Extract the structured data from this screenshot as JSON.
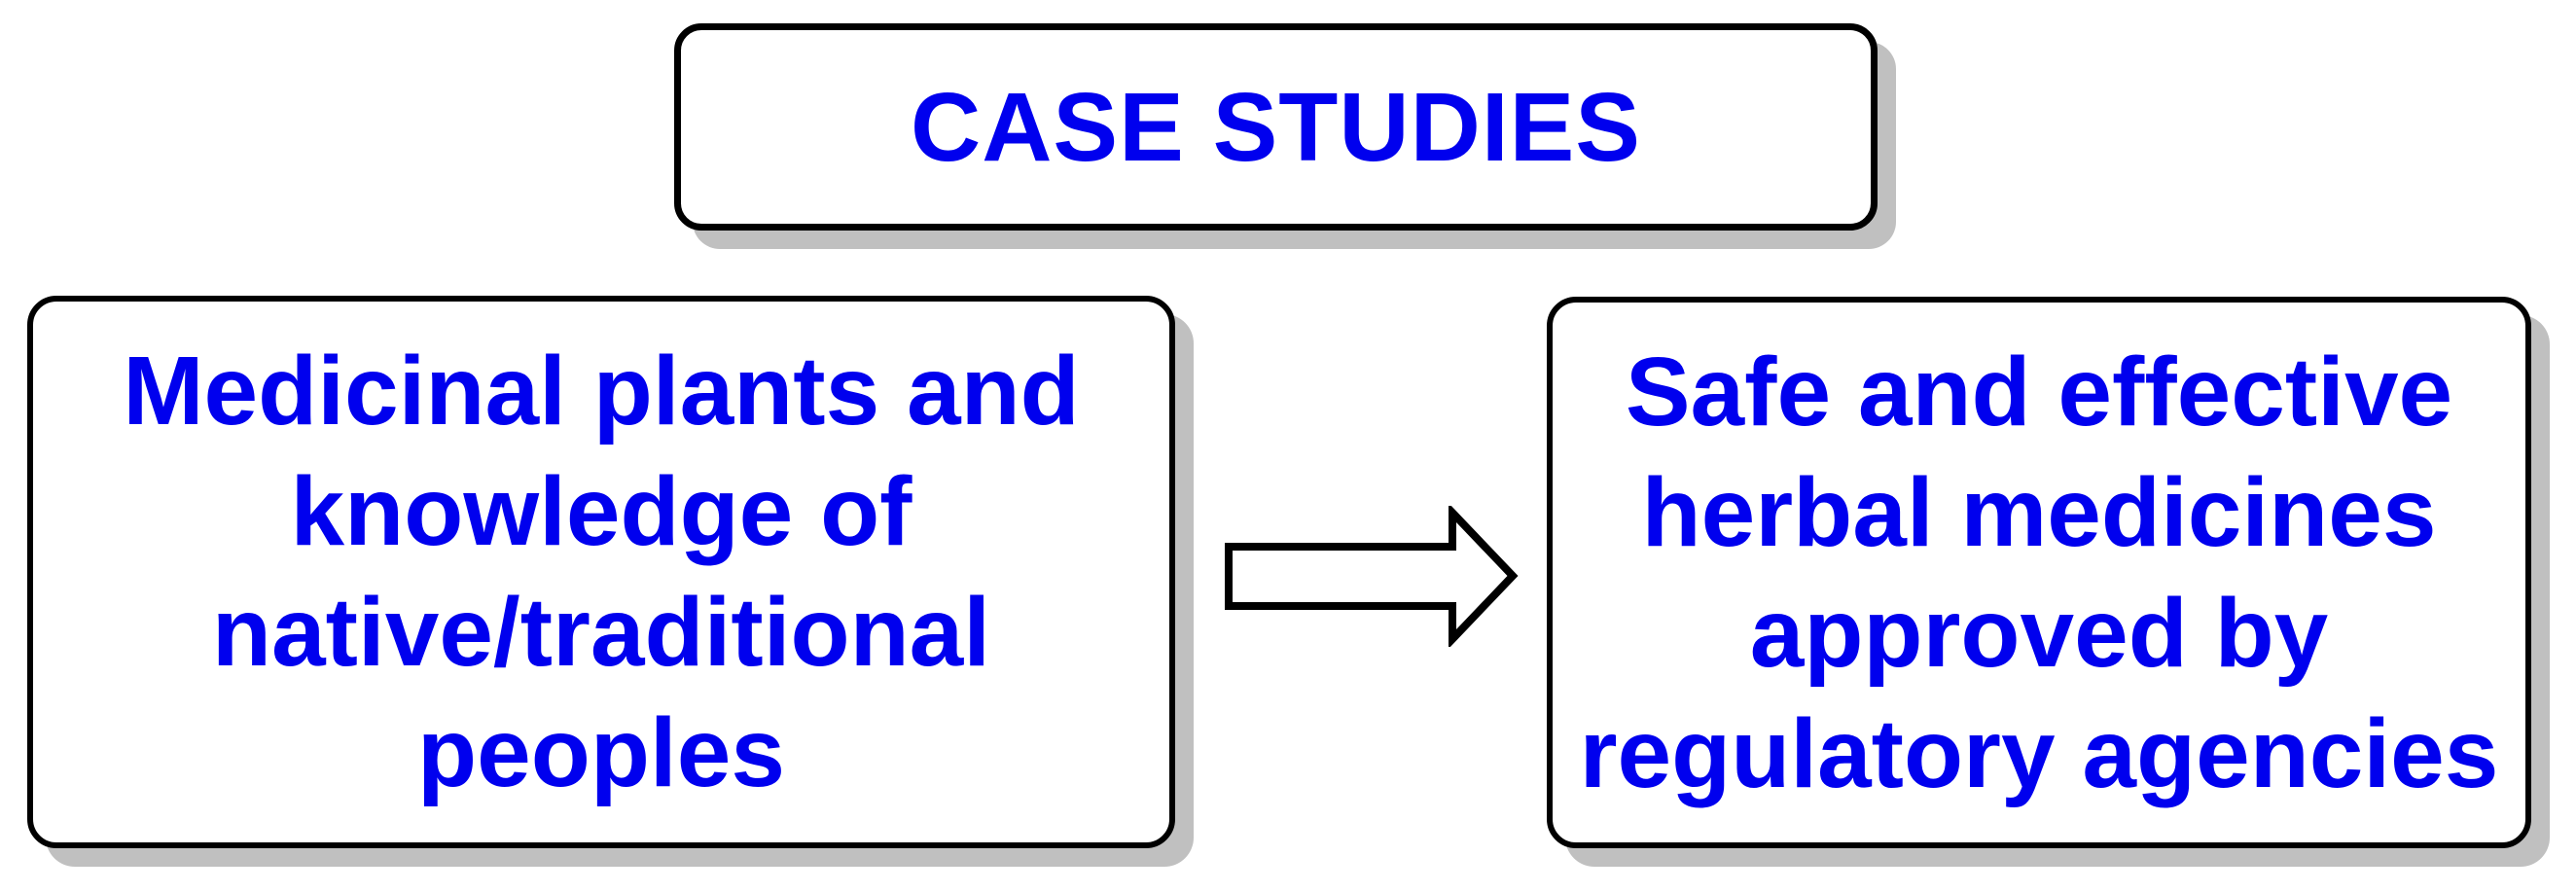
{
  "title_box": {
    "label": "CASE STUDIES"
  },
  "left_box": {
    "lines": [
      "Medicinal plants and",
      "knowledge of",
      "native/traditional",
      "peoples"
    ]
  },
  "right_box": {
    "lines": [
      "Safe and effective",
      "herbal medicines",
      "approved by",
      "regulatory agencies"
    ]
  },
  "arrow": {
    "direction": "right"
  },
  "colors": {
    "text_blue": "#0000EE",
    "border_black": "#000000",
    "shadow_gray": "#C0C0C0",
    "background": "#FFFFFF"
  }
}
